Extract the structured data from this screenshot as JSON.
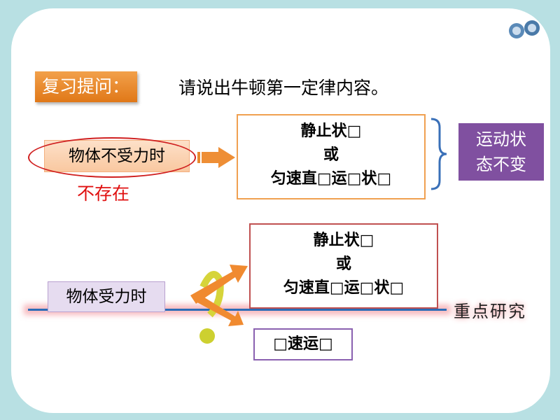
{
  "tag": "复习提问：",
  "question": "请说出牛顿第一定律内容。",
  "no_force": {
    "label": "物体不受力时",
    "note": "不存在"
  },
  "box1": {
    "l1": "静止状□",
    "l2": "或",
    "l3": "匀速直□运□状□"
  },
  "motion_state": {
    "l1": "运动状",
    "l2": "态不变"
  },
  "force": {
    "label": "物体受力时"
  },
  "box2": {
    "l1": "静止状□",
    "l2": "或",
    "l3": "匀速直□运□状□"
  },
  "box3": "□速运□",
  "key_point": "重点研究"
}
